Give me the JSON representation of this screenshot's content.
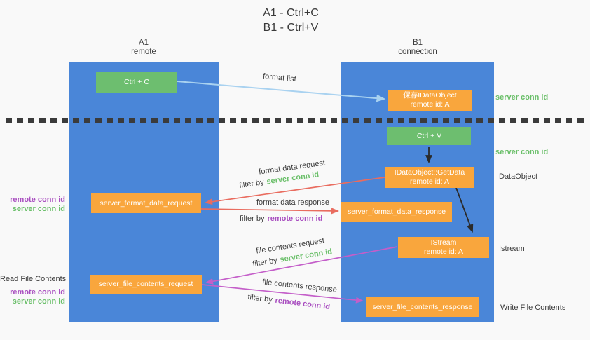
{
  "title": {
    "line1": "A1 - Ctrl+C",
    "line2": "B1 - Ctrl+V"
  },
  "columns": {
    "left": {
      "header_line1": "A1",
      "header_line2": "remote"
    },
    "right": {
      "header_line1": "B1",
      "header_line2": "connection"
    }
  },
  "nodes": {
    "ctrl_c": "Ctrl + C",
    "ctrl_v": "Ctrl + V",
    "save_dataobject": {
      "line1": "保存IDataObject",
      "line2": "remote id: A"
    },
    "getdata": {
      "line1": "IDataObject::GetData",
      "line2": "remote id: A"
    },
    "istream": {
      "line1": "IStream",
      "line2": "remote id: A"
    },
    "format_request": "server_format_data_request",
    "format_response": "server_format_data_response",
    "file_request": "server_file_contents_request",
    "file_response": "server_file_contents_response"
  },
  "arrow_labels": {
    "format_list": "format list",
    "format_data_request": "format data request",
    "format_data_response": "format data response",
    "file_contents_request": "file contents request",
    "file_contents_response": "file contents response",
    "filter_by": "filter by",
    "server_conn_id": "server conn id",
    "remote_conn_id": "remote conn id"
  },
  "side_labels": {
    "left": {
      "remote_conn_id": "remote conn id",
      "server_conn_id": "server conn id",
      "read_file_contents": "Read File Contents"
    },
    "right": {
      "server_conn_id_top": "server conn id",
      "server_conn_id_mid": "server conn id",
      "dataobject": "DataObject",
      "istream": "Istream",
      "write_file_contents": "Write File Contents"
    }
  },
  "colors": {
    "column_blue": "#4a86d8",
    "box_green": "#6dbe6f",
    "box_orange": "#f9a63d",
    "arrow_lightblue": "#a9d2f0",
    "arrow_black": "#2b2b2b",
    "arrow_red": "#e96c5f",
    "arrow_magenta": "#c45ec9",
    "text_green": "#6abf69",
    "text_purple": "#a94fc0",
    "text_dark": "#3c3c3c"
  }
}
